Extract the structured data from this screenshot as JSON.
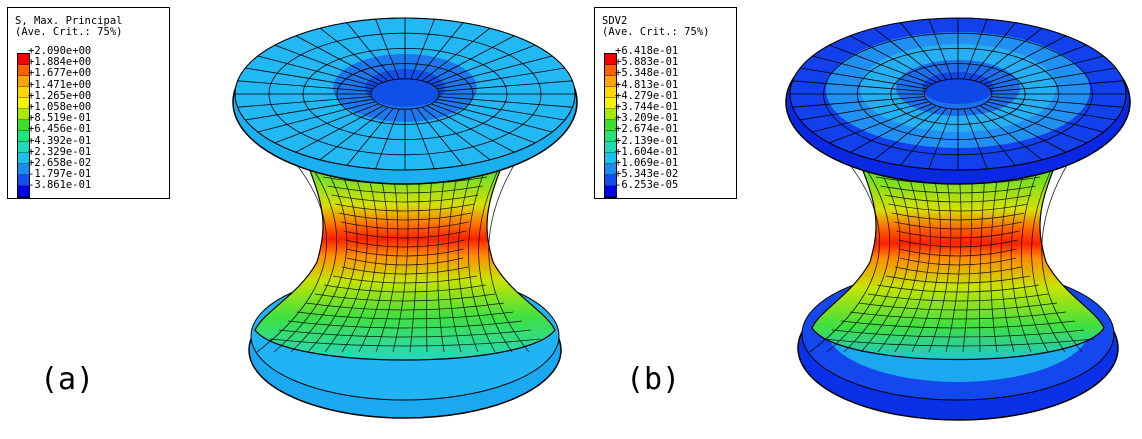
{
  "panel_a": {
    "label": "(a)",
    "legend": {
      "title": "S, Max. Principal",
      "subtitle": "(Ave. Crit.: 75%)",
      "values": [
        "+2.090e+00",
        "+1.884e+00",
        "+1.677e+00",
        "+1.471e+00",
        "+1.265e+00",
        "+1.058e+00",
        "+8.519e-01",
        "+6.456e-01",
        "+4.392e-01",
        "+2.329e-01",
        "+2.658e-02",
        "-1.797e-01",
        "-3.861e-01"
      ]
    }
  },
  "panel_b": {
    "label": "(b)",
    "legend": {
      "title": "SDV2",
      "subtitle": "(Ave. Crit.: 75%)",
      "values": [
        "+6.418e-01",
        "+5.883e-01",
        "+5.348e-01",
        "+4.813e-01",
        "+4.279e-01",
        "+3.744e-01",
        "+3.209e-01",
        "+2.674e-01",
        "+2.139e-01",
        "+1.604e-01",
        "+1.069e-01",
        "+5.343e-02",
        "-6.253e-05"
      ]
    }
  },
  "colormap": [
    "#ff0000",
    "#ff6300",
    "#ffa500",
    "#ffd700",
    "#f5f500",
    "#a6ec00",
    "#3ce029",
    "#20e37c",
    "#1cdcb8",
    "#1ac0f0",
    "#1a8cf0",
    "#1050f0",
    "#0000ee"
  ]
}
